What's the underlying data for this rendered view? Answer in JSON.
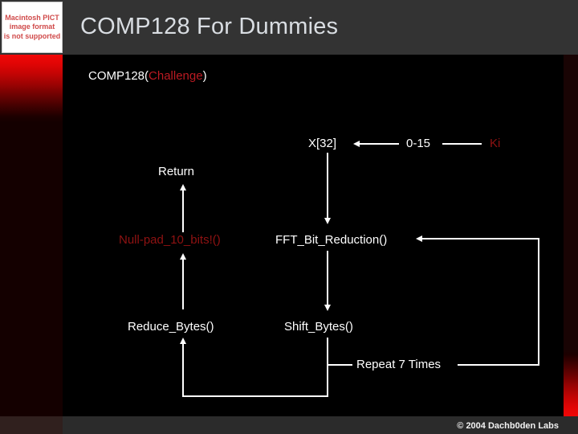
{
  "header": {
    "title": "COMP128 For Dummies",
    "pict_placeholder": {
      "line1": "Macintosh PICT",
      "line2": "image format",
      "line3": "is not supported"
    }
  },
  "subtitle": {
    "prefix": "COMP128(",
    "argument": "Challenge",
    "suffix": ")"
  },
  "diagram": {
    "nodes": {
      "x32": "X[32]",
      "range": "0-15",
      "ki": "Ki",
      "return": "Return",
      "null_pad": "Null-pad_10_bits!()",
      "fft": "FFT_Bit_Reduction()",
      "reduce_bytes": "Reduce_Bytes()",
      "shift_bytes": "Shift_Bytes()",
      "repeat": "Repeat 7 Times"
    }
  },
  "footer": {
    "copyright": "© 2004  Dachb0den Labs"
  },
  "colors": {
    "header_bg": "#333333",
    "footer_bg": "#2b2b2b",
    "accent_red": "#bb1a22",
    "dark_red": "#8f1212",
    "bright_red": "#f10707",
    "slide_bg": "#000000",
    "line": "#ffffff"
  }
}
